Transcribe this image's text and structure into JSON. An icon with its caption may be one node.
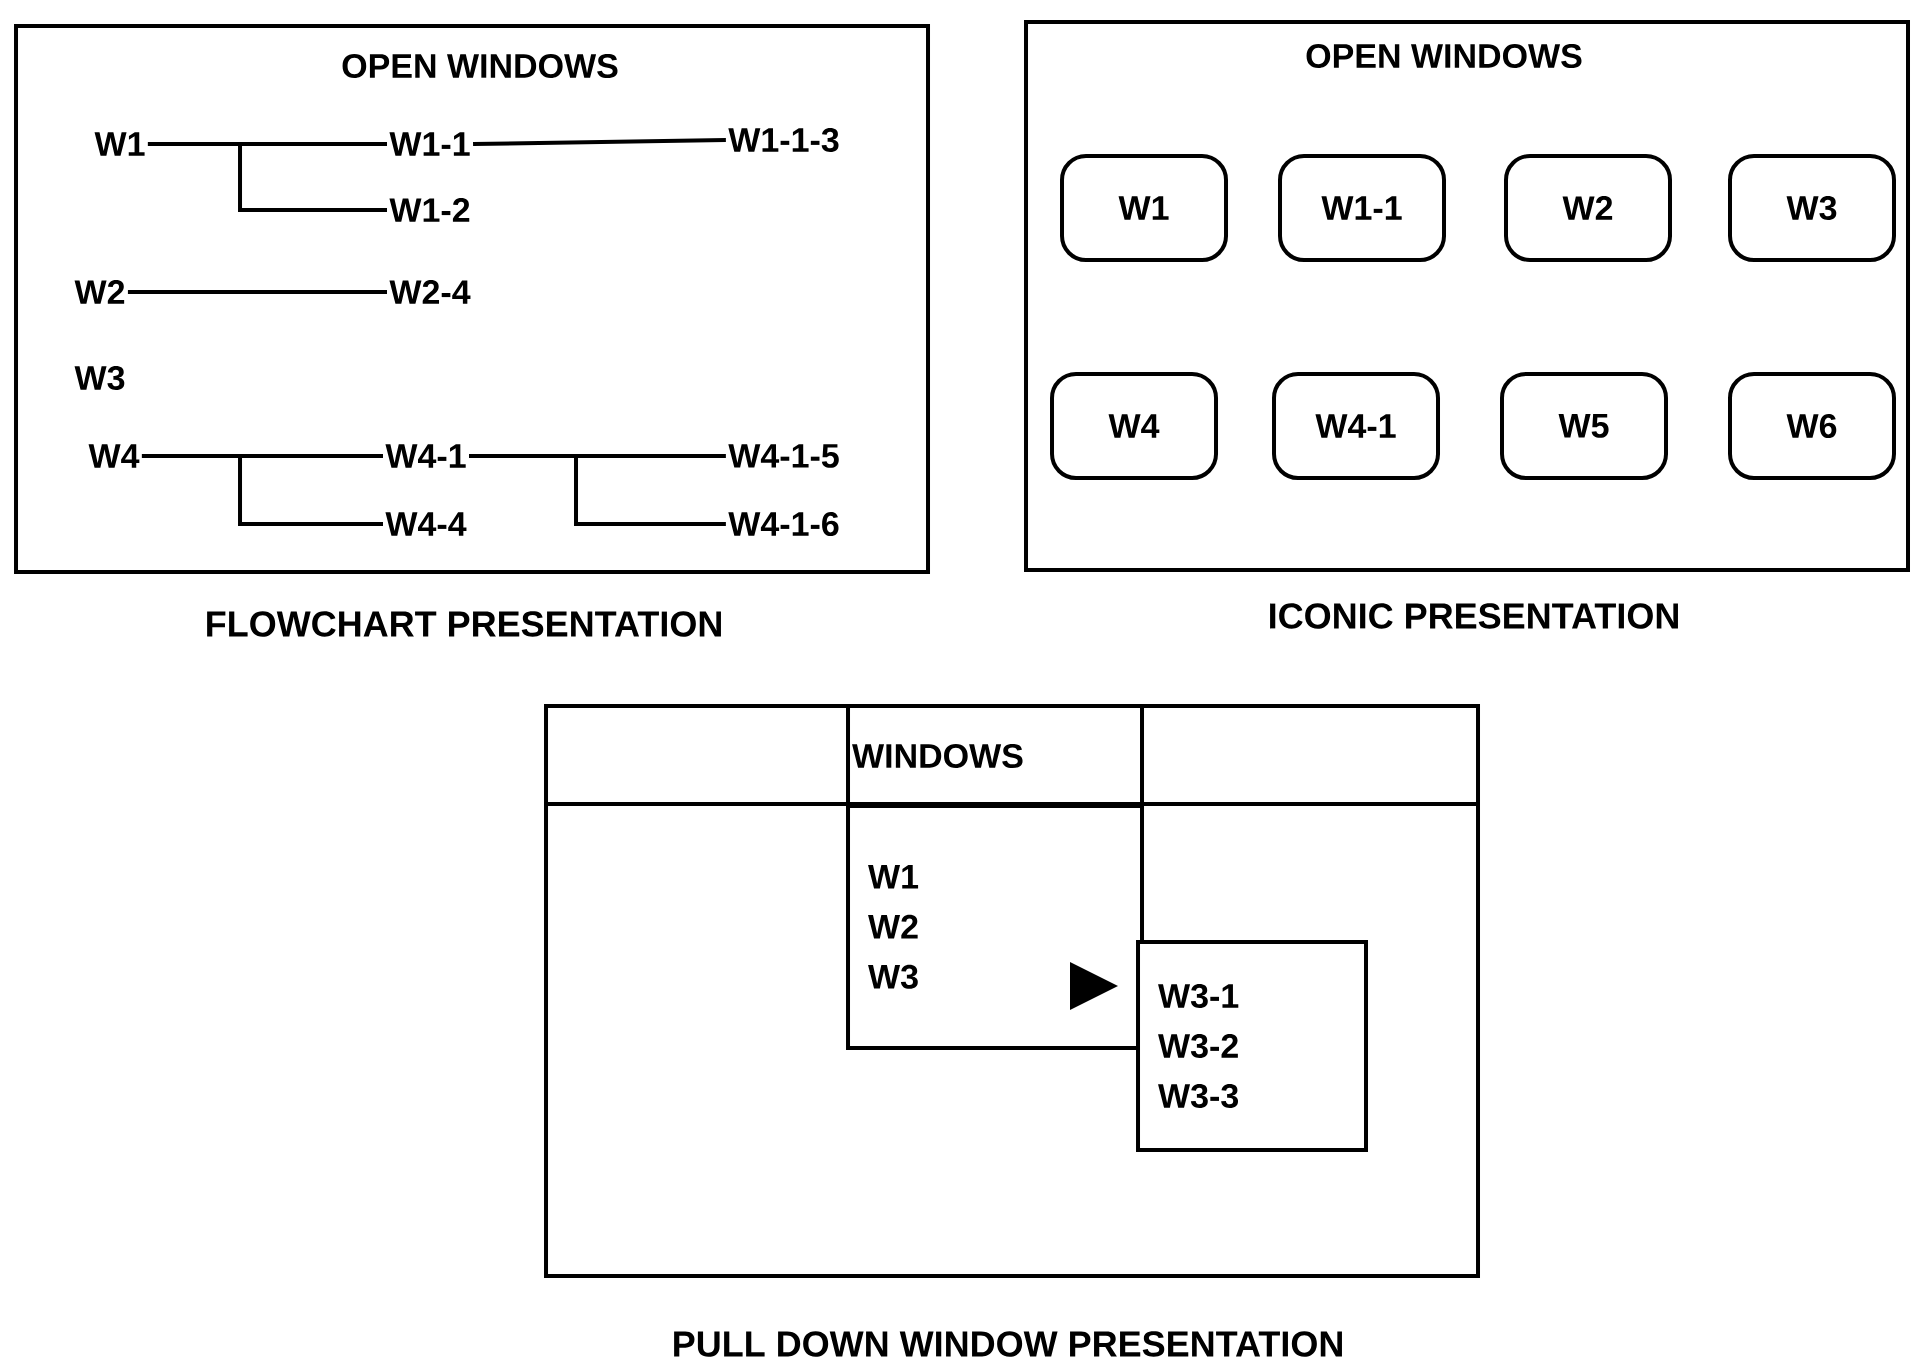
{
  "diagram": {
    "nodes": [
      {
        "text": [
          "OPEN WINDOWS"
        ],
        "beside": [
          "FLOWCHART PRESENTATION"
        ]
      },
      {
        "text": [
          "W1"
        ],
        "in": 0
      },
      {
        "text": [
          "W1-1"
        ],
        "in": 0
      },
      {
        "text": [
          "W1-1-3"
        ],
        "in": 0
      },
      {
        "text": [
          "W1-2"
        ],
        "in": 0
      },
      {
        "text": [
          "W2"
        ],
        "in": 0
      },
      {
        "text": [
          "W2-4"
        ],
        "in": 0
      },
      {
        "text": [
          "W3"
        ],
        "in": 0
      },
      {
        "text": [
          "W4"
        ],
        "in": 0
      },
      {
        "text": [
          "W4-1"
        ],
        "in": 0
      },
      {
        "text": [
          "W4-1-5"
        ],
        "in": 0
      },
      {
        "text": [
          "W4-4"
        ],
        "in": 0
      },
      {
        "text": [
          "W4-1-6"
        ],
        "in": 0
      },
      {
        "text": [
          "OPEN WINDOWS"
        ],
        "beside": [
          "ICONIC PRESENTATION"
        ]
      },
      {
        "text": [
          "W1"
        ],
        "in": 13
      },
      {
        "text": [
          "W1-1"
        ],
        "in": 13
      },
      {
        "text": [
          "W2"
        ],
        "in": 13
      },
      {
        "text": [
          "W3"
        ],
        "in": 13
      },
      {
        "text": [
          "W4"
        ],
        "in": 13
      },
      {
        "text": [
          "W4-1"
        ],
        "in": 13
      },
      {
        "text": [
          "W5"
        ],
        "in": 13
      },
      {
        "text": [
          "W6"
        ],
        "in": 13
      },
      {
        "text": [],
        "shape": "box",
        "beside": [
          "PULL DOWN WINDOW PRESENTATION"
        ]
      },
      {
        "text": [
          "WINDOWS"
        ],
        "in": 22
      },
      {
        "text": [
          "W1",
          "W2",
          "W3"
        ],
        "in": 22
      },
      {
        "text": [
          "W3-1",
          "W3-2",
          "W3-3"
        ],
        "in": 22
      }
    ],
    "edges": [
      {
        "from": 1,
        "to": 2,
        "arrow": "none"
      },
      {
        "from": 1,
        "to": 4,
        "arrow": "none"
      },
      {
        "from": 2,
        "to": 3,
        "arrow": "none"
      },
      {
        "from": 5,
        "to": 6,
        "arrow": "none"
      },
      {
        "from": 8,
        "to": 9,
        "arrow": "none"
      },
      {
        "from": 8,
        "to": 11,
        "arrow": "none"
      },
      {
        "from": 9,
        "to": 10,
        "arrow": "none"
      },
      {
        "from": 9,
        "to": 12,
        "arrow": "none"
      }
    ]
  }
}
